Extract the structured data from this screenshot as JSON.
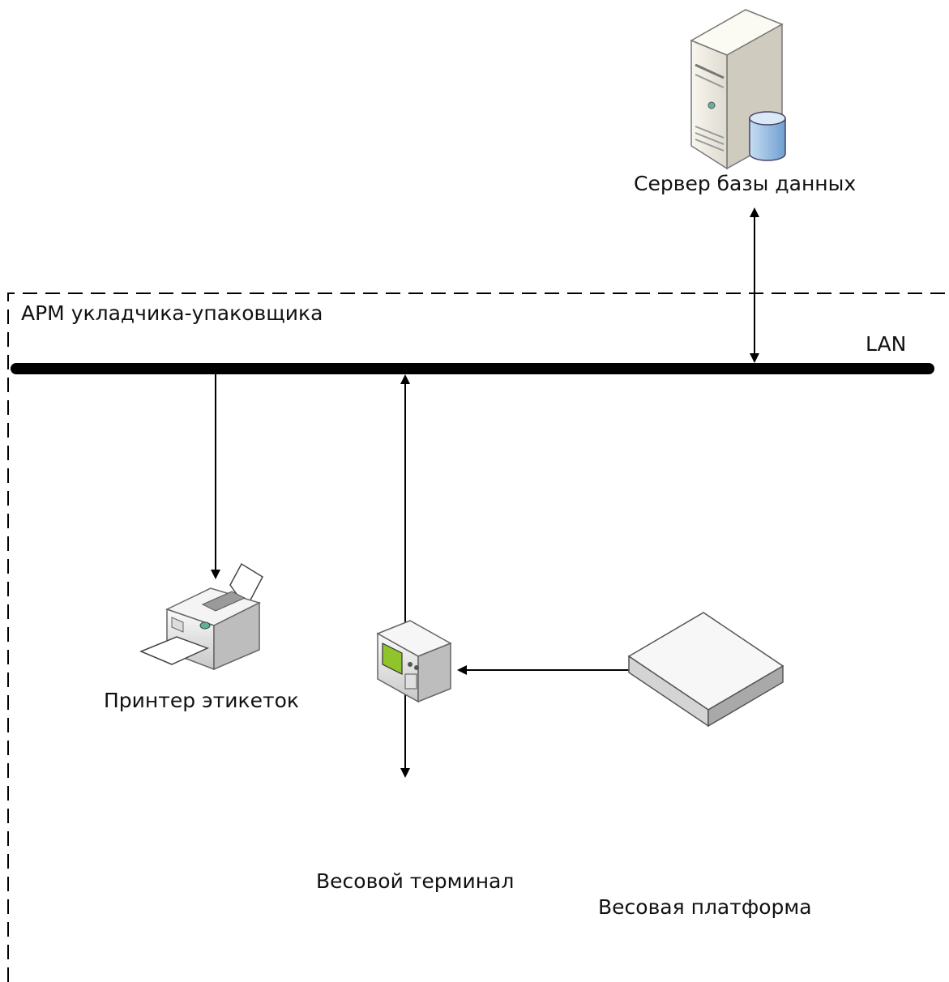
{
  "boundary": {
    "label": "АРМ укладчика-упаковщика"
  },
  "network": {
    "label": "LAN"
  },
  "nodes": {
    "db_server": {
      "label": "Сервер базы данных",
      "icon": "database-server-icon"
    },
    "label_printer": {
      "label": "Принтер этикеток",
      "icon": "printer-icon"
    },
    "scale_terminal": {
      "label": "Весовой терминал",
      "icon": "weighing-terminal-icon"
    },
    "scale_platform": {
      "label": "Весовая платформа",
      "icon": "weighing-platform-icon"
    }
  },
  "colors": {
    "line": "#000000",
    "device_light": "#f2f2f2",
    "device_mid": "#cfcfcf",
    "device_dark": "#9a9a9a",
    "db_blue": "#9fc3e8",
    "screen_green": "#8fc42a"
  }
}
